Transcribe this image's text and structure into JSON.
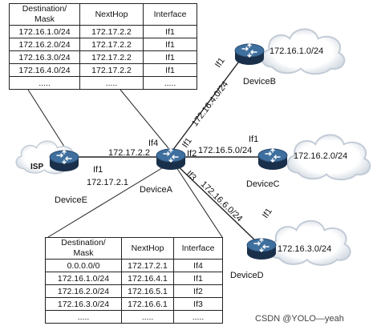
{
  "top_table": {
    "headers": [
      "Destination/\nMask",
      "NextHop",
      "Interface"
    ],
    "rows": [
      [
        "172.16.1.0/24",
        "172.17.2.2",
        "If1"
      ],
      [
        "172.16.2.0/24",
        "172.17.2.2",
        "If1"
      ],
      [
        "172.16.3.0/24",
        "172.17.2.2",
        "If1"
      ],
      [
        "172.16.4.0/24",
        "172.17.2.2",
        "If1"
      ],
      [
        ".....",
        ".....",
        "....."
      ]
    ]
  },
  "bottom_table": {
    "headers": [
      "Destination/\nMask",
      "NextHop",
      "Interface"
    ],
    "rows": [
      [
        "0.0.0.0/0",
        "172.17.2.1",
        "If4"
      ],
      [
        "172.16.1.0/24",
        "172.16.4.1",
        "If1"
      ],
      [
        "172.16.2.0/24",
        "172.16.5.1",
        "If2"
      ],
      [
        "172.16.3.0/24",
        "172.16.6.1",
        "If3"
      ],
      [
        ".....",
        ".....",
        "....."
      ]
    ]
  },
  "devices": {
    "a": "DeviceA",
    "b": "DeviceB",
    "c": "DeviceC",
    "d": "DeviceD",
    "e": "DeviceE"
  },
  "clouds": {
    "isp": "ISP",
    "b": "172.16.1.0/24",
    "c": "172.16.2.0/24",
    "d": "172.16.3.0/24"
  },
  "links": {
    "ab": "172.16.4.0/24",
    "ac": "172.16.5.0/24",
    "ad": "172.16.6.0/24",
    "ea_a_ip": "172.17.2.2",
    "ea_e_ip": "172.17.2.1"
  },
  "interfaces": {
    "a_if1": "If1",
    "a_if2": "If2",
    "a_if3": "If3",
    "a_if4": "If4",
    "b_if1": "If1",
    "c_if1": "If1",
    "d_if1": "If1",
    "e_if1": "If1"
  },
  "watermark": "CSDN @YOLO—yeah",
  "colors": {
    "router_top": "#3f6f9e",
    "router_side": "#1a2f4a",
    "line": "#222222",
    "cloud_fill": "#ffffff",
    "cloud_edge": "#b9c4d0"
  }
}
